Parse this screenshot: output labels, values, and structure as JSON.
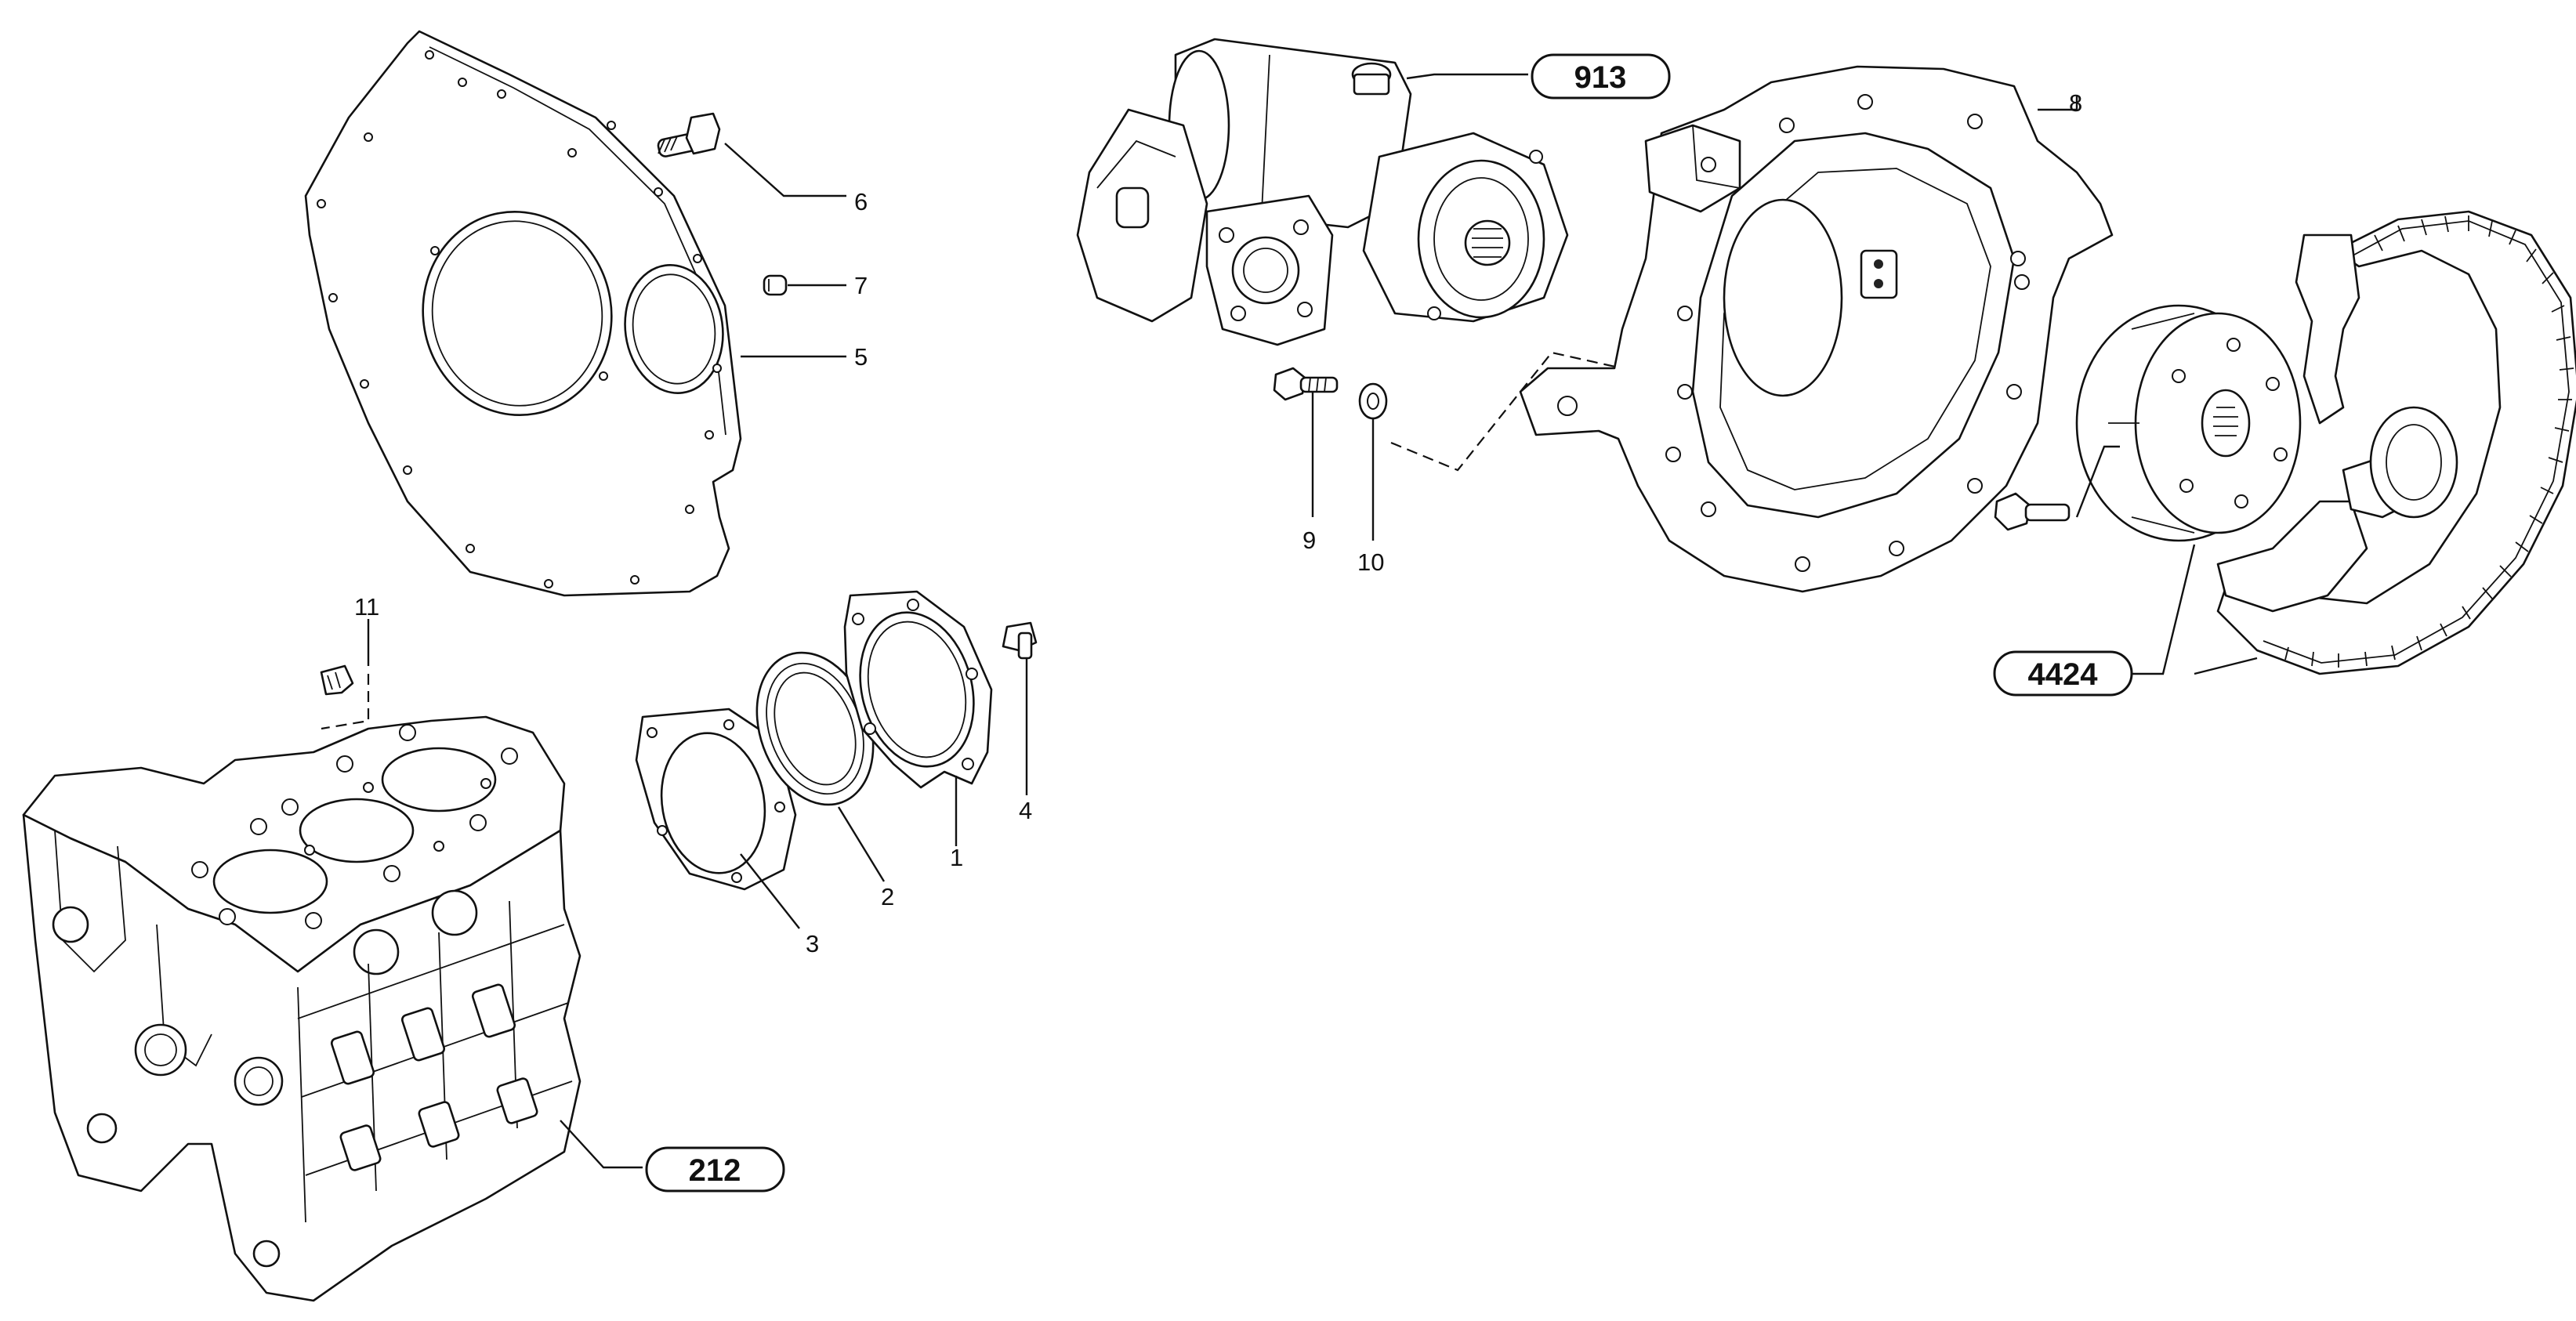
{
  "callouts": {
    "c1": "1",
    "c2": "2",
    "c3": "3",
    "c4": "4",
    "c5": "5",
    "c6": "6",
    "c7": "7",
    "c8": "8",
    "c9": "9",
    "c10": "10",
    "c11": "11"
  },
  "references": {
    "r212": "212",
    "r913": "913",
    "r4424": "4424"
  }
}
